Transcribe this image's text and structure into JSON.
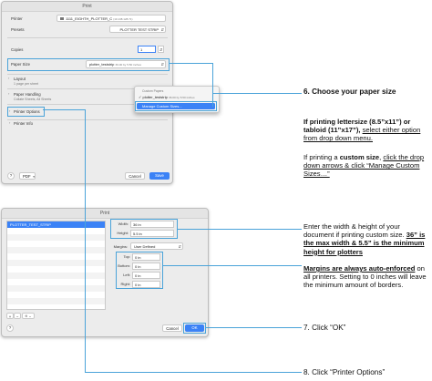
{
  "print_dialog": {
    "title": "Print",
    "printer_label": "Printer",
    "printer_value": "1111_EIGHTH_PLOTTER_C",
    "printer_ip": "(10.138.128.71)",
    "presets_label": "Presets",
    "presets_value": "PLOTTER TEST STRIP",
    "copies_label": "Copies",
    "copies_value": "1",
    "paper_size_label": "Paper Size",
    "paper_size_value": "plotter_teststrip",
    "paper_size_dims": "36.00 by 5.50 inches",
    "layout_label": "Layout",
    "layout_sub": "1 page per sheet",
    "paper_handling_label": "Paper Handling",
    "paper_handling_sub": "Collate Sheets, All Sheets",
    "printer_options_label": "Printer Options",
    "printer_info_label": "Printer Info",
    "help_label": "?",
    "pdf_label": "PDF",
    "cancel_label": "Cancel",
    "save_label": "Save"
  },
  "paper_menu": {
    "header": "Custom Papers",
    "checked_item": "plotter_teststrip",
    "checked_item_dims": "36.00 by 5.50 inches",
    "manage_item": "Manage Custom Sizes..."
  },
  "custom_sizes_dialog": {
    "title": "Print",
    "list_item": "PLOTTER_TEST_STRIP",
    "width_label": "Width:",
    "width_value": "36 in",
    "height_label": "Height:",
    "height_value": "5.5 in",
    "margins_label": "Margins:",
    "margins_value": "User Defined",
    "top_label": "Top:",
    "top_value": "0 in",
    "bottom_label": "Bottom:",
    "bottom_value": "0 in",
    "left_label": "Left:",
    "left_value": "0 in",
    "right_label": "Right:",
    "right_value": "0 in",
    "add_label": "+",
    "remove_label": "−",
    "more_label": "⊙ ⌄",
    "help_label": "?",
    "cancel_label": "Cancel",
    "ok_label": "OK"
  },
  "instructions": {
    "step6_title": "6. Choose your paper size",
    "p1_a": "If printing ",
    "p1_b": "lettersize",
    "p1_c": " (8.5”x11”) or ",
    "p1_d": "tabloid",
    "p1_e": " (11”x17”), ",
    "p1_f": "select either option from drop down menu.",
    "p2_a": "If printing a ",
    "p2_b": "custom size",
    "p2_c": ", ",
    "p2_d": "click the drop down arrows & click “Manage Custom Sizes…”",
    "p3_a": "Enter the width & height of your document if printing custom size.",
    "p3_b": "36” is the max width & 5.5” is the minimum height for plotters",
    "p4_a": "Margins are always auto-enforced",
    "p4_b": " on all printers. Setting to 0 inches will leave the minimum amount of borders.",
    "step7": "7. Click “OK”",
    "step8": "8. Click “Printer Options”"
  },
  "colors": {
    "accent_blue": "#3b82f6",
    "connector_blue": "#4aa3d9",
    "dialog_bg": "#ececec"
  }
}
